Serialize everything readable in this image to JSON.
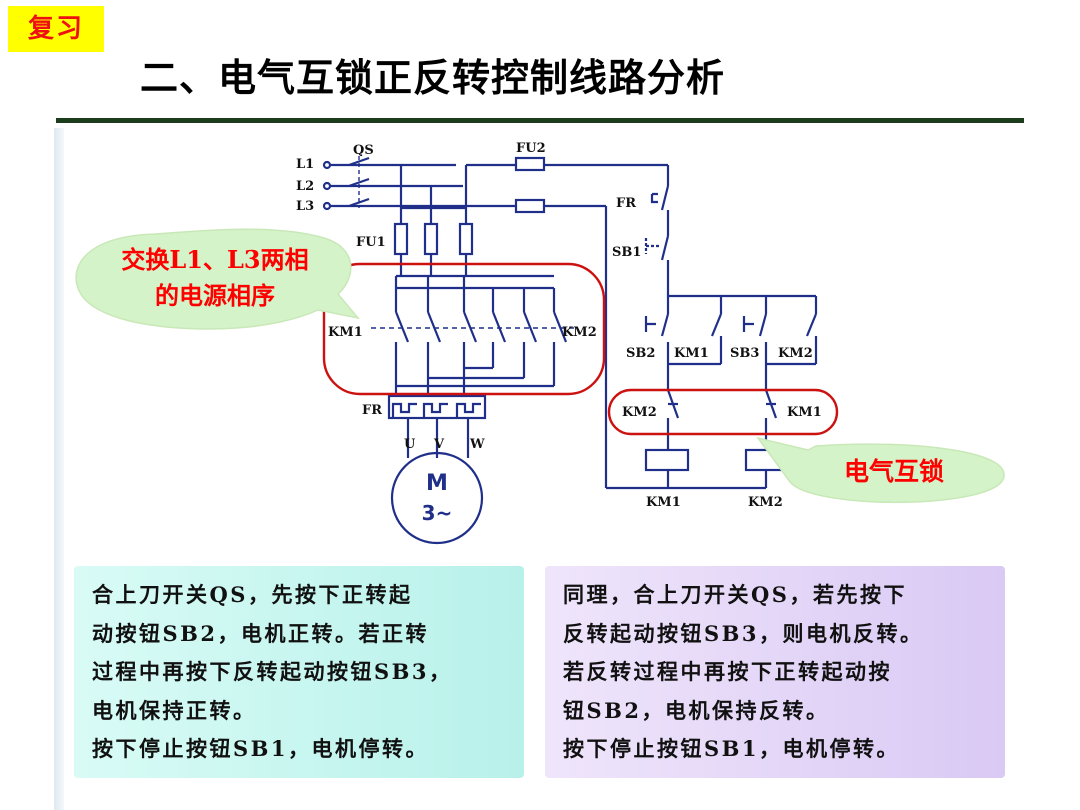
{
  "header": {
    "tag": "复习",
    "title": "二、电气互锁正反转控制线路分析"
  },
  "diagram": {
    "supply_labels": [
      "L1",
      "L2",
      "L3"
    ],
    "switch_label": "QS",
    "fuse_main": "FU1",
    "fuse_control": "FU2",
    "contactor_forward": "KM1",
    "contactor_reverse": "KM2",
    "overload": "FR",
    "terminals": [
      "U",
      "V",
      "W"
    ],
    "motor_label": "M",
    "motor_sub": "3~",
    "control": {
      "fr_label": "FR",
      "stop_label": "SB1",
      "start_fwd": "SB2",
      "hold_fwd": "KM1",
      "start_rev": "SB3",
      "hold_rev": "KM2",
      "interlock_left": "KM2",
      "interlock_right": "KM1",
      "coil_left": "KM1",
      "coil_right": "KM2"
    },
    "callout_swap": "交换L1、L3两相的电源相序",
    "callout_interlock": "电气互锁"
  },
  "panels": {
    "left_lines": [
      "合上刀开关QS，先按下正转起",
      "动按钮SB2，电机正转。若正转",
      "过程中再按下反转起动按钮SB3，",
      "电机保持正转。",
      "按下停止按钮SB1，电机停转。"
    ],
    "right_lines": [
      "同理，合上刀开关QS，若先按下",
      "反转起动按钮SB3，则电机反转。",
      "若反转过程中再按下正转起动按",
      "钮SB2，电机保持反转。",
      "按下停止按钮SB1，电机停转。"
    ]
  },
  "colors": {
    "tag_bg": "#ffff00",
    "tag_text": "#ee1111",
    "rule": "#1b3d1b",
    "wire": "#1f2f8a",
    "highlight": "#cc1111",
    "callout_text": "#ff0000",
    "callout_fill": "#d4f3c8",
    "panel_left": "#c8f7f0",
    "panel_right": "#e4d7f8"
  }
}
